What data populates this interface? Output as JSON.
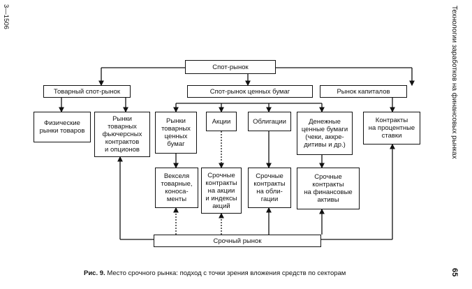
{
  "page": {
    "margin_left_text": "3—1506",
    "running_title": "Технологии заработков на финансовых рынках",
    "page_number": "65"
  },
  "diagram": {
    "spot_market": "Спот-рынок",
    "commodity_spot_market": "Товарный спот-рынок",
    "securities_spot_market": "Спот-рынок ценных бумаг",
    "capital_market": "Рынок капиталов",
    "physical_commodity_markets": "Физические\nрынки товаров",
    "commodity_futures_markets": "Рынки\nтоварных\nфьючерсных\nконтрактов\nи опционов",
    "commodity_securities_markets": "Рынки\nтоварных\nценных\nбумаг",
    "shares": "Акции",
    "bonds": "Облигации",
    "money_securities": "Денежные\nценные бумаги\n(чеки, аккре-\nдитивы и др.)",
    "interest_rate_contracts": "Контракты\nна процентные\nставки",
    "bills_commodity": "Векселя\nтоварные,\nконоса-\nменты",
    "futures_on_shares": "Срочные\nконтракты\nна акции\nи индексы\nакций",
    "futures_on_bonds": "Срочные\nконтракты\nна обли-\nгации",
    "futures_on_financial_assets": "Срочные\nконтракты\nна финансовые\nактивы",
    "futures_market": "Срочный рынок"
  },
  "caption": {
    "label": "Рис. 9.",
    "text": "Место срочного рынка: подход с точки зрения вложения средств по секторам"
  }
}
